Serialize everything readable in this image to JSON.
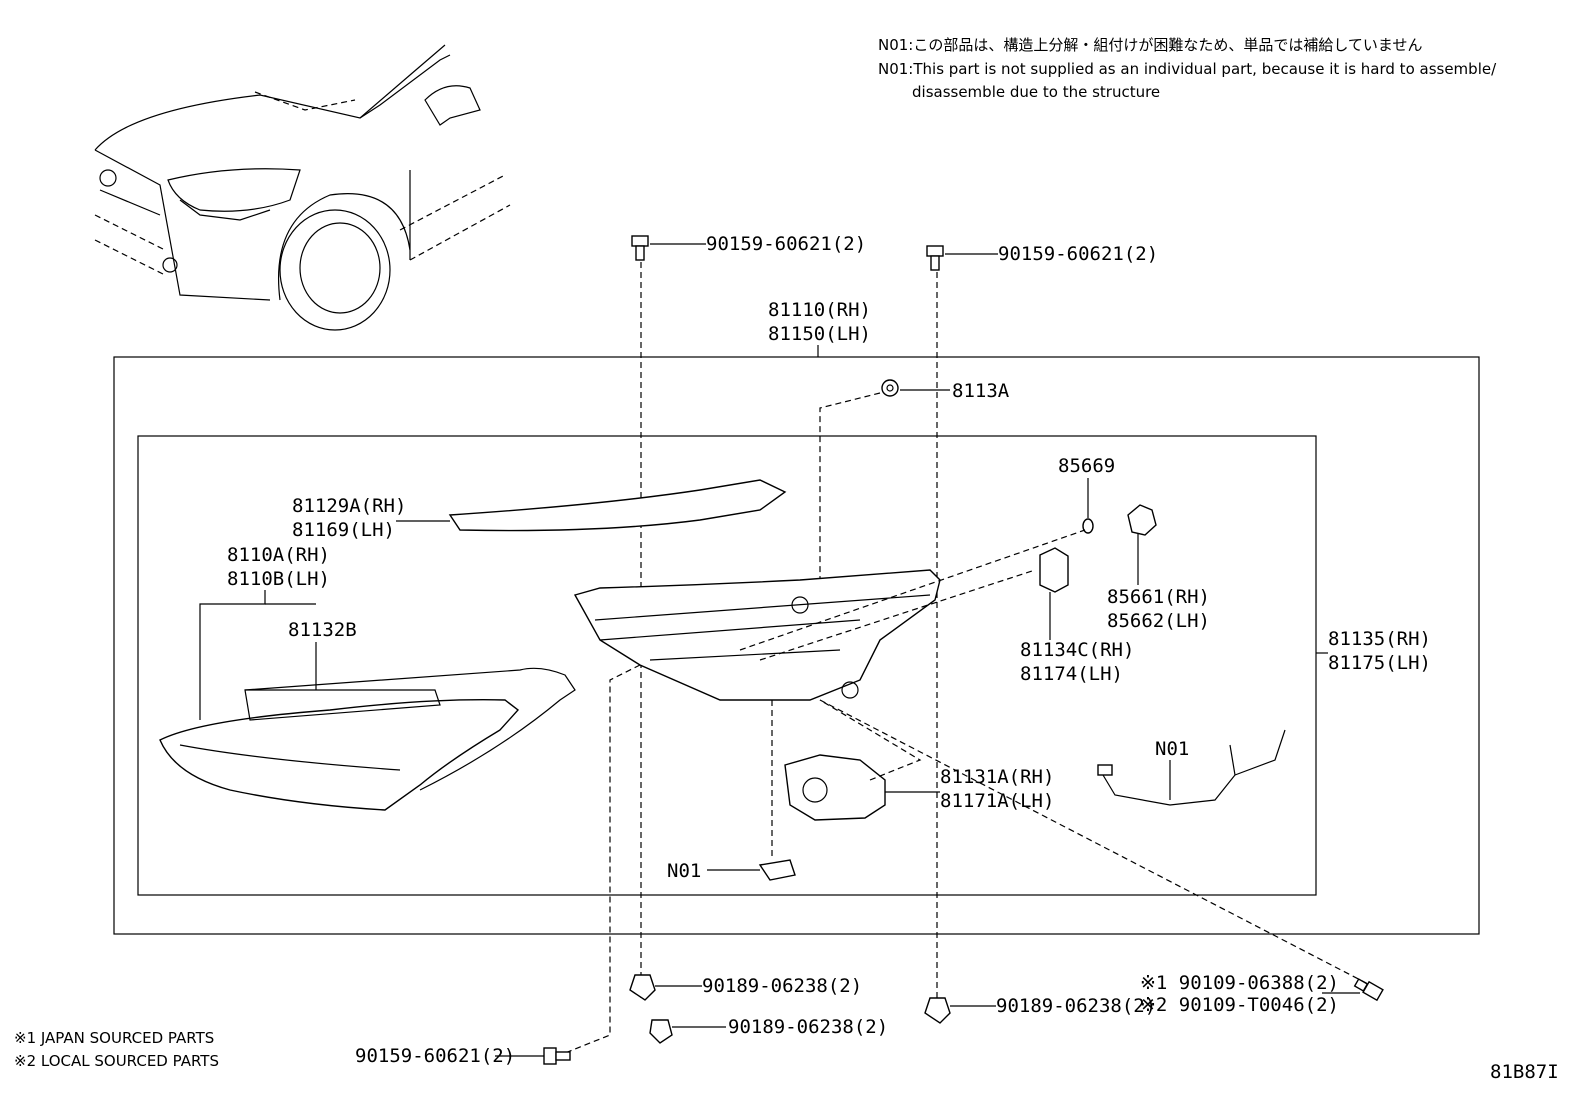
{
  "notes": {
    "n01_jp": "N01:この部品は、構造上分解・組付けが困難なため、単品では補給していません",
    "n01_en_1": "N01:This part is not supplied as an individual part, because it is hard to assemble/",
    "n01_en_2": "disassemble due to the structure"
  },
  "labels": {
    "bolt_top_left": "90159-60621(2)",
    "bolt_top_right": "90159-60621(2)",
    "assembly_rh": "81110(RH)",
    "assembly_lh": "81150(LH)",
    "p8113a": "8113A",
    "p85669": "85669",
    "p81129a_rh": "81129A(RH)",
    "p81169_lh": "81169(LH)",
    "p8110a_rh": "8110A(RH)",
    "p8110b_lh": "8110B(LH)",
    "p81132b": "81132B",
    "p85661_rh": "85661(RH)",
    "p85662_lh": "85662(LH)",
    "p81134c_rh": "81134C(RH)",
    "p81174_lh": "81174(LH)",
    "p81135_rh": "81135(RH)",
    "p81175_lh": "81175(LH)",
    "n01_harness": "N01",
    "p81131a_rh": "81131A(RH)",
    "p81171a_lh": "81171A(LH)",
    "n01_module": "N01",
    "clip_bottom_left": "90189-06238(2)",
    "clip_bottom_right": "90189-06238(2)",
    "clip_bottom_mid": "90189-06238(2)",
    "bolt_bottom": "90159-60621(2)",
    "screw_jp": "※1 90109-06388(2)",
    "screw_local": "※2 90109-T0046(2)"
  },
  "legend": {
    "japan": "※1 JAPAN SOURCED PARTS",
    "local": "※2 LOCAL SOURCED PARTS"
  },
  "diagram_id": "81B87I"
}
